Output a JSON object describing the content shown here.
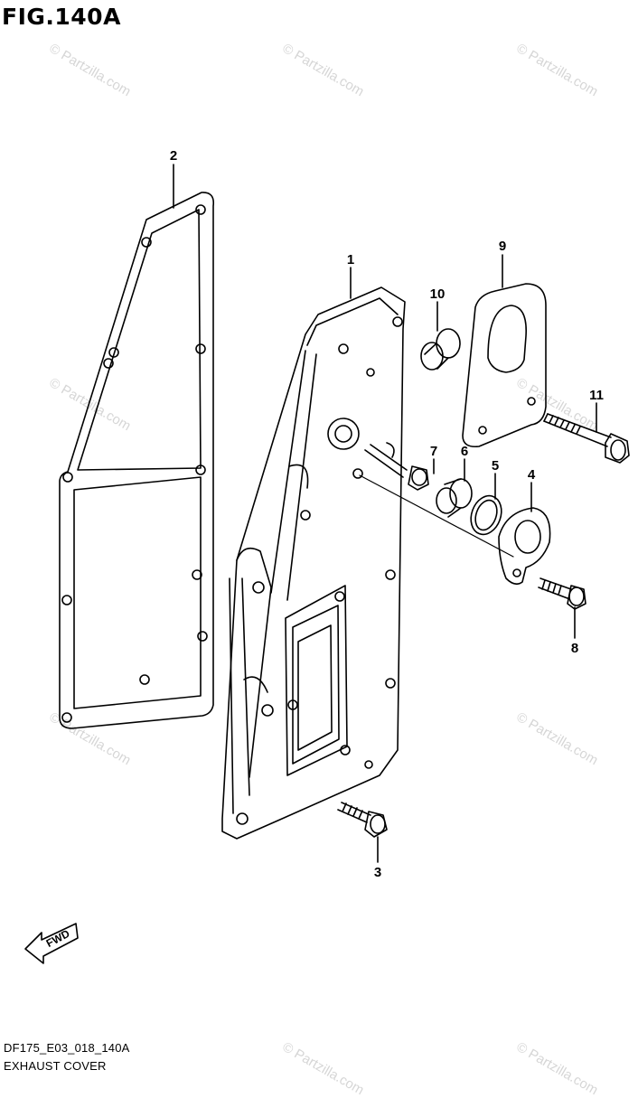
{
  "figure": {
    "title": "FIG.140A",
    "code": "DF175_E03_018_140A",
    "name": "EXHAUST COVER",
    "fwd_label": "FWD"
  },
  "callouts": [
    "1",
    "2",
    "3",
    "4",
    "5",
    "6",
    "7",
    "8",
    "9",
    "10",
    "11"
  ],
  "watermark": "© Partzilla.com"
}
